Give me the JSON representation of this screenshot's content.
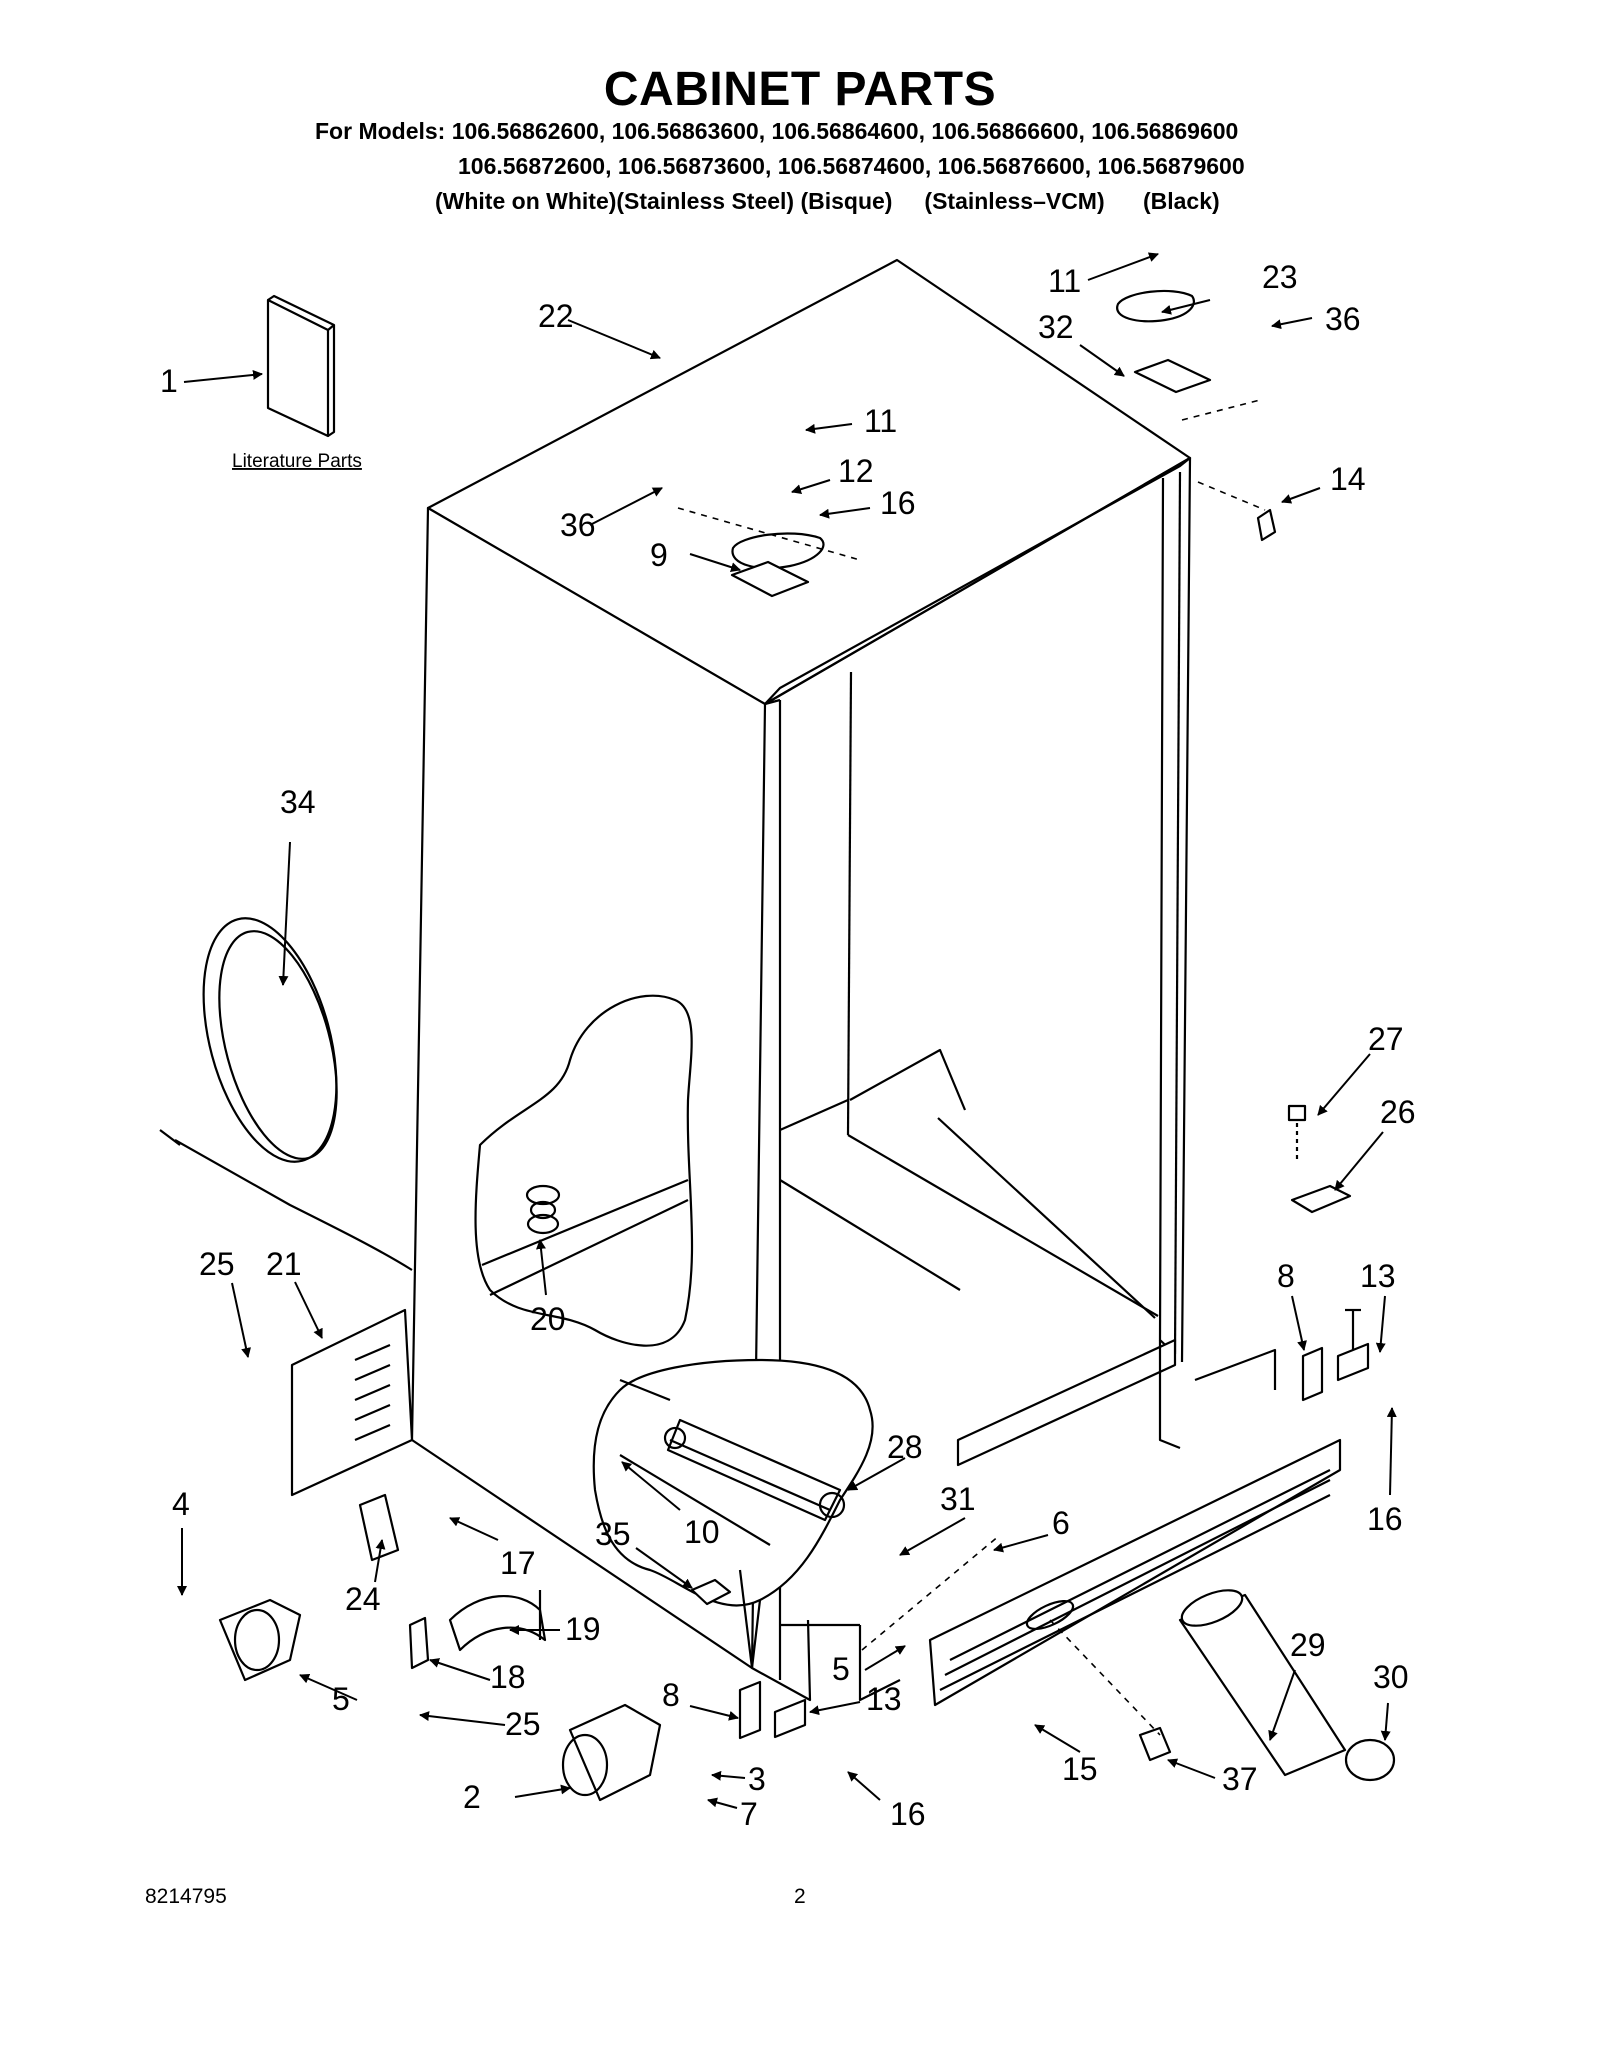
{
  "title": "CABINET PARTS",
  "models": {
    "line1": "For Models: 106.56862600, 106.56863600, 106.56864600, 106.56866600, 106.56869600",
    "line2": "106.56872600, 106.56873600, 106.56874600, 106.56876600, 106.56879600",
    "line3": "(White on White)(Stainless Steel) (Bisque)     (Stainless–VCM)      (Black)"
  },
  "literature_label": "Literature Parts",
  "callouts": [
    "1",
    "2",
    "3",
    "4",
    "5",
    "5",
    "6",
    "7",
    "8",
    "8",
    "9",
    "10",
    "11",
    "11",
    "12",
    "13",
    "13",
    "14",
    "15",
    "16",
    "16",
    "16",
    "17",
    "18",
    "19",
    "20",
    "21",
    "22",
    "23",
    "24",
    "25",
    "25",
    "26",
    "27",
    "28",
    "29",
    "30",
    "31",
    "32",
    "34",
    "35",
    "36",
    "36",
    "37"
  ],
  "footer": {
    "doc_number": "8214795",
    "page_number": "2"
  }
}
